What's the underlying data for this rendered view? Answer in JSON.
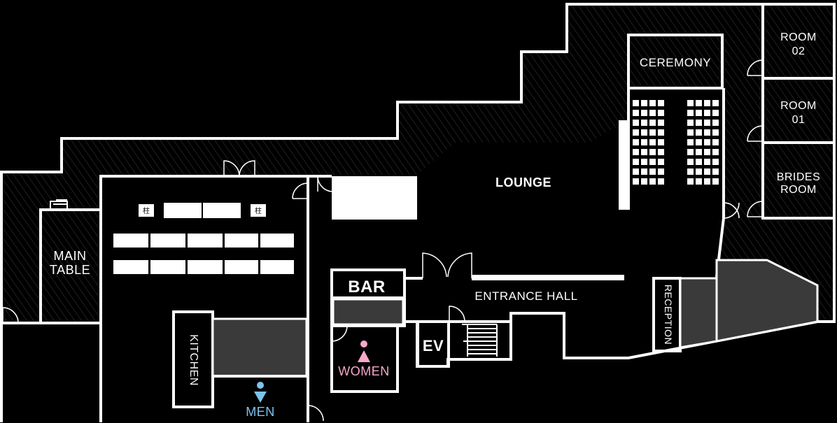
{
  "floorplan": {
    "rooms": {
      "room02_line1": "ROOM",
      "room02_line2": "02",
      "room01_line1": "ROOM",
      "room01_line2": "01",
      "brides_line1": "BRIDES",
      "brides_line2": "ROOM",
      "ceremony": "CEREMONY",
      "lounge": "LOUNGE",
      "entrance_hall": "ENTRANCE HALL",
      "bar": "BAR",
      "reception": "RECEPTION",
      "main_table_line1": "MAIN",
      "main_table_line2": "TABLE",
      "kitchen": "KITCHEN",
      "women": "WOMEN",
      "men": "MEN",
      "ev": "EV",
      "pillar_left": "柱",
      "pillar_right": "柱"
    },
    "colors": {
      "wall": "#ffffff",
      "background": "#000000",
      "dark_area": "#3a3a3a",
      "women": "#f7a8c8",
      "men": "#7cc4ee"
    },
    "icons": {
      "women": "woman-icon",
      "men": "man-icon"
    }
  }
}
